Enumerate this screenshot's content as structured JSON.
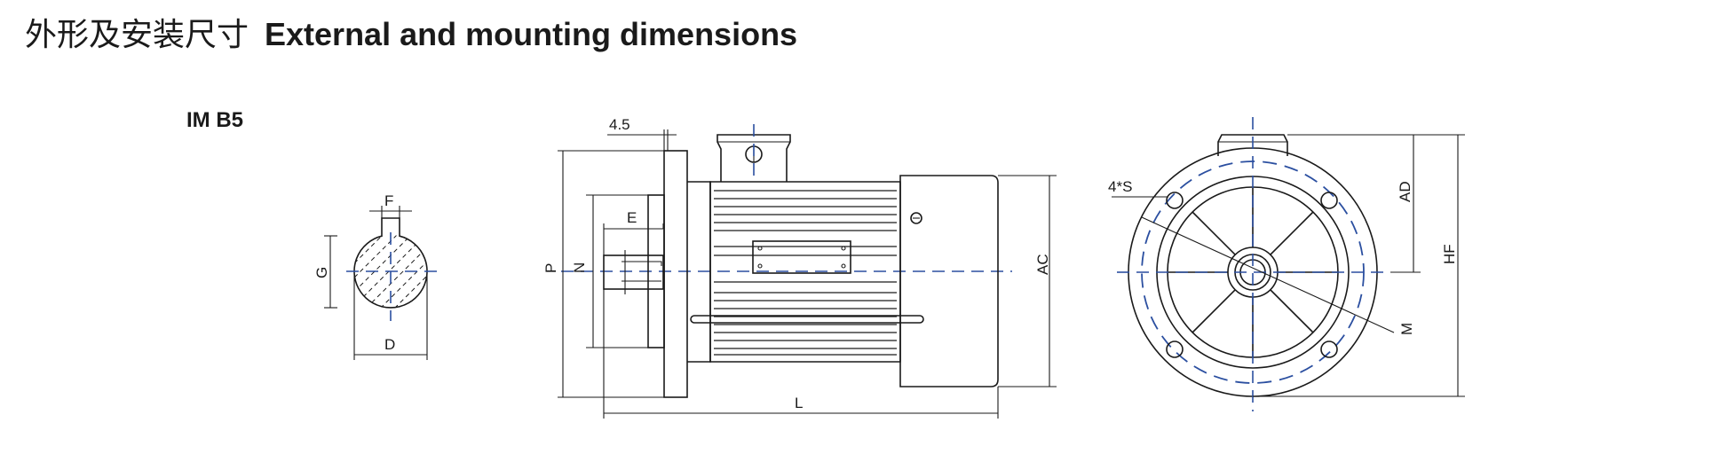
{
  "title": {
    "cn": "外形及安装尺寸",
    "en": "External and mounting dimensions"
  },
  "mounting_type": "IM B5",
  "shaft_section": {
    "labels": {
      "width": "F",
      "depth": "G",
      "diameter": "D"
    }
  },
  "side_view": {
    "labels": {
      "flange_thickness": "4.5",
      "shaft_length": "E",
      "flange_diameter": "P",
      "spigot_diameter": "N",
      "body_diameter": "AC",
      "overall_length": "L"
    }
  },
  "front_view": {
    "labels": {
      "holes": "4*S",
      "pcd": "M",
      "box_height": "AD",
      "overall_height": "HF"
    }
  },
  "colors": {
    "centerline": "#2b4fa0",
    "line": "#1a1a1a"
  }
}
